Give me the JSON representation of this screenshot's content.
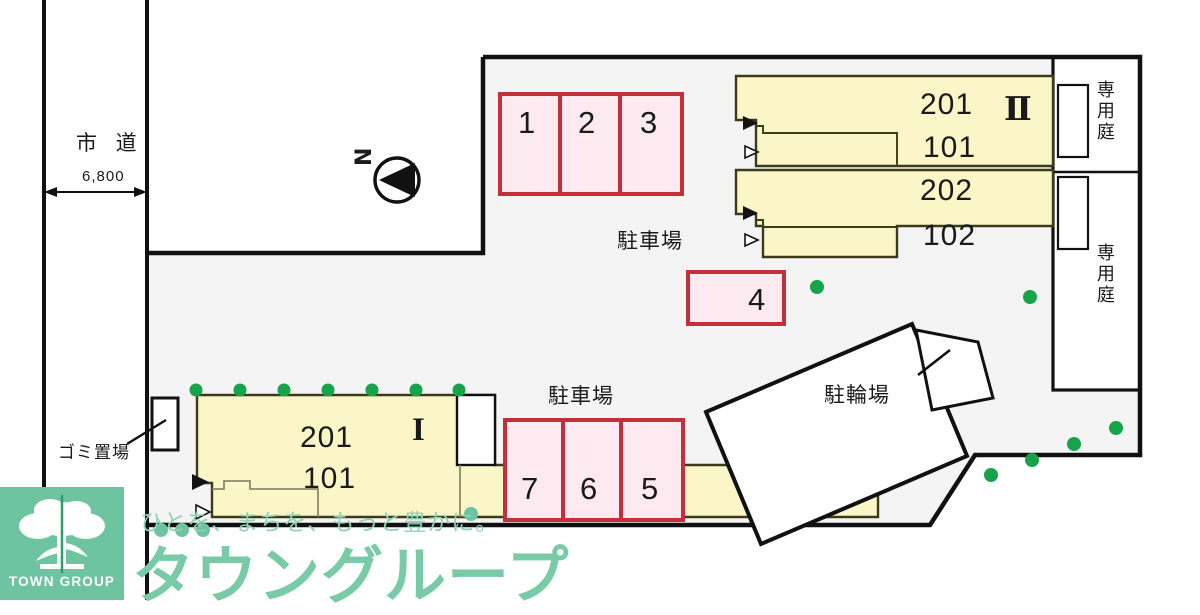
{
  "plan": {
    "title": "Property site plan",
    "colors": {
      "site_fill": "#f4f4f4",
      "building_fill": "#fbf6c8",
      "building_stroke": "#3d3a1a",
      "stall_fill": "#fdeaf1",
      "stall_stroke": "#c2303c",
      "boundary_stroke": "#111111",
      "shrub": "#16a34a",
      "watermark_green": "#6ec3a0",
      "watermark_text": "#79cba8"
    },
    "road": {
      "name": "市 道",
      "dimension": "6,800"
    },
    "compass": {
      "letter": "N",
      "icon": "north-arrow-icon"
    },
    "labels": {
      "parking_top": "駐車場",
      "parking_bottom": "駐車場",
      "bicycle_parking": "駐輪場",
      "trash": "ゴミ置場",
      "private_garden_upper": "専用庭",
      "private_garden_lower": "専用庭"
    },
    "parking_stalls_top": [
      {
        "number": "1"
      },
      {
        "number": "2"
      },
      {
        "number": "3"
      }
    ],
    "parking_stall_single": {
      "number": "4"
    },
    "parking_stalls_bottom": [
      {
        "number": "7"
      },
      {
        "number": "6"
      },
      {
        "number": "5"
      }
    ],
    "buildings": [
      {
        "name": "building-2",
        "roman": "Ⅱ",
        "units_upper": [
          "201",
          "101"
        ],
        "units_lower": [
          "202",
          "102"
        ]
      },
      {
        "name": "building-1",
        "roman": "I",
        "units": [
          "201",
          "101"
        ]
      }
    ]
  },
  "watermark": {
    "logo_name": "TOWN GROUP",
    "tagline": "ひとを、まちを、もっと豊かに。",
    "brand": "タウングループ"
  }
}
